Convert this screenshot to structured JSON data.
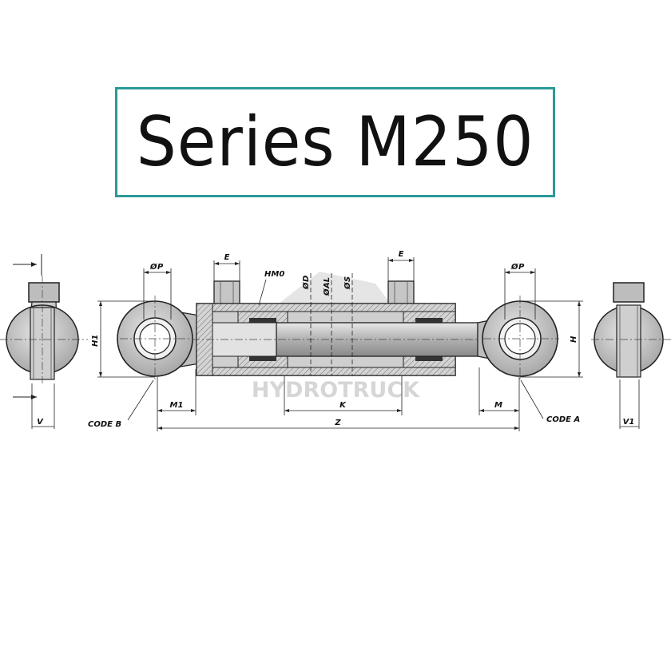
{
  "title": "Series M250",
  "watermark": "HYDROTRUCK",
  "labels": {
    "E": "E",
    "P": "P",
    "HM0": "HM0",
    "D": "D",
    "AL": "AL",
    "S": "S",
    "H": "H",
    "H1": "H1",
    "M": "M",
    "M1": "M1",
    "K": "K",
    "Z": "Z",
    "V": "V",
    "V1": "V1",
    "code_a": "CODE A",
    "code_b": "CODE B",
    "diameter_symbol": "Ø"
  },
  "colors": {
    "frame_border": "#2a9a99",
    "body_fill": "#c8c8c8",
    "outline": "#222222",
    "watermark": "#d2d2d2"
  }
}
